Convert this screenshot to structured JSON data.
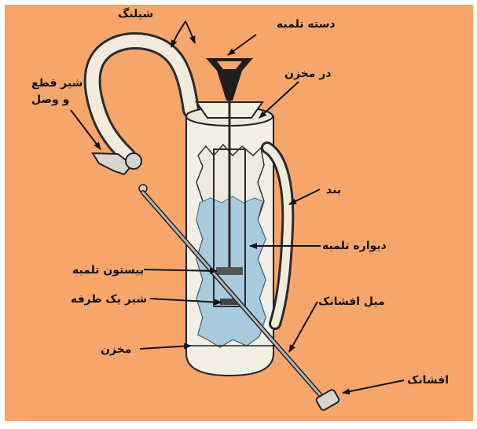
{
  "diagram": {
    "labels": {
      "hose": "شیلنگ",
      "pump_handle": "دسته تلمبه",
      "shutoff_valve_line1": "شیر قطع",
      "shutoff_valve_line2": "و وصل",
      "tank_lid": "در مخزن",
      "strap": "بند",
      "pump_wall": "دیواره تلمبه",
      "pump_piston": "پیستون تلمبه",
      "check_valve": "شیر یک طرفه",
      "spray_wand": "میل افشانک",
      "tank": "مخزن",
      "nozzle": "افشانک"
    }
  },
  "colors": {
    "background": "#f6a66a",
    "tank_body": "#f2efe6",
    "liquid": "#a9c9dc",
    "outline": "#111111",
    "metal": "#9a9a9a"
  }
}
